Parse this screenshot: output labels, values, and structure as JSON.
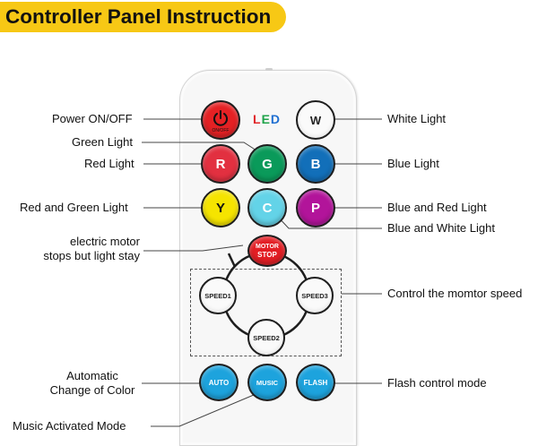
{
  "title": "Controller Panel Instruction",
  "led": {
    "letters": [
      "L",
      "E",
      "D"
    ],
    "colors": [
      "#e0262a",
      "#1fa34a",
      "#1f6fd1"
    ]
  },
  "buttons": {
    "power": {
      "icon": "power-icon",
      "sub": "ON/OFF",
      "color": "#e42124"
    },
    "white": {
      "label": "W"
    },
    "green": {
      "label": "G",
      "color": "#0a9a5a"
    },
    "red": {
      "label": "R",
      "color": "#e23040"
    },
    "blue": {
      "label": "B",
      "color": "#126fb9"
    },
    "yellow": {
      "label": "Y",
      "color": "#f5e400"
    },
    "cyan": {
      "label": "C",
      "color": "#63d3e8"
    },
    "purple": {
      "label": "P",
      "color": "#b2149a"
    },
    "motor_stop": {
      "label_line1": "MOTOR",
      "label_line2": "STOP",
      "color": "#e31e24"
    },
    "speed1": {
      "label": "SPEED1"
    },
    "speed2": {
      "label": "SPEED2"
    },
    "speed3": {
      "label": "SPEED3"
    },
    "auto": {
      "label": "AUTO",
      "color": "#1da3dd"
    },
    "music": {
      "label": "MUSIC",
      "color": "#1da3dd"
    },
    "flash": {
      "label": "FLASH",
      "color": "#1da3dd"
    }
  },
  "labels": {
    "power": "Power ON/OFF",
    "green": "Green Light",
    "red": "Red Light",
    "red_green": "Red and Green Light",
    "motor_line1": "electric motor",
    "motor_line2": "stops but light stay",
    "auto_line1": "Automatic",
    "auto_line2": "Change of Color",
    "music": "Music Activated Mode",
    "white": "White Light",
    "blue": "Blue Light",
    "blue_red": "Blue and Red Light",
    "blue_white": "Blue and White Light",
    "speed": "Control the momtor speed",
    "flash": "Flash control mode"
  }
}
